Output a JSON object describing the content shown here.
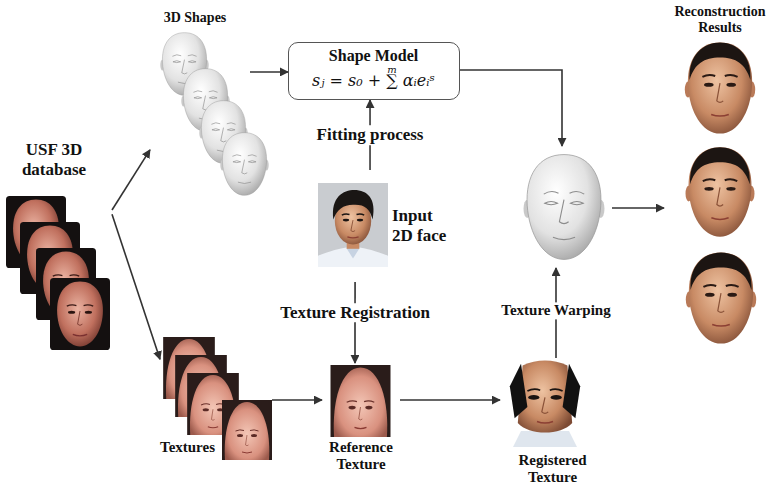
{
  "diagram": {
    "nodes": [
      {
        "text": [
          "USF 3D database"
        ]
      },
      {
        "text": [
          "3D Shapes"
        ]
      },
      {
        "text": [
          "Shape Model",
          "sⱼ = s₀ + ∑ αᵢeᵢˢ",
          "m"
        ]
      },
      {
        "text": [
          "Input 2D face"
        ]
      },
      {
        "text": [
          "Textures"
        ]
      },
      {
        "text": [
          "Reference Texture"
        ]
      },
      {
        "text": [
          "Registered Texture"
        ]
      },
      {
        "text": [
          "Reconstruction Results"
        ]
      }
    ],
    "edges": [
      {
        "from": 0,
        "to": 1,
        "arrow": "to"
      },
      {
        "from": 0,
        "to": 4,
        "arrow": "to"
      },
      {
        "from": 1,
        "to": 2,
        "arrow": "to"
      },
      {
        "from": 3,
        "to": 2,
        "label": "Fitting process",
        "arrow": "to"
      },
      {
        "from": 3,
        "to": 5,
        "label": "Texture Registration",
        "arrow": "to"
      },
      {
        "from": 4,
        "to": 5,
        "arrow": "to"
      },
      {
        "from": 5,
        "to": 6,
        "arrow": "to"
      }
    ],
    "labels": [
      "Texture Warping"
    ]
  }
}
